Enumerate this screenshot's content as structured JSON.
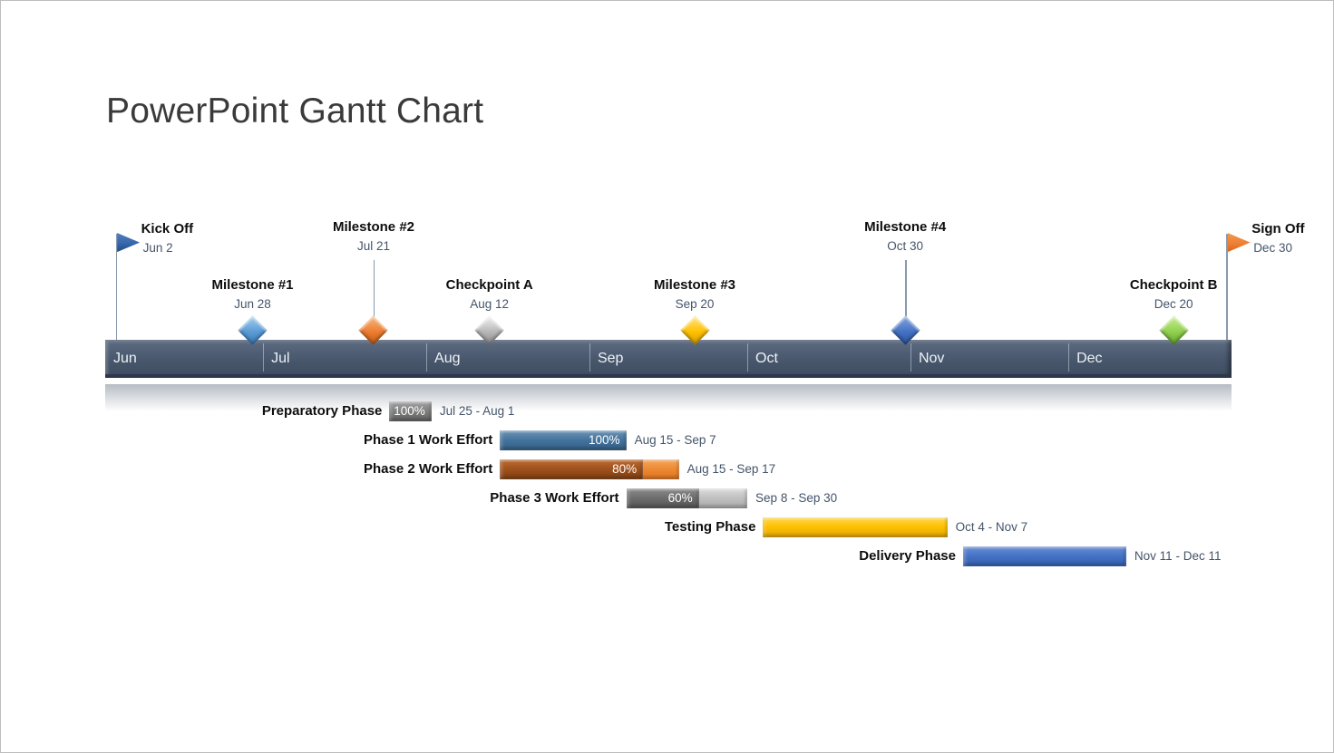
{
  "slide": {
    "title": "PowerPoint Gantt Chart"
  },
  "chart_data": {
    "type": "gantt",
    "title": "PowerPoint Gantt Chart",
    "timeline": {
      "months": [
        "Jun",
        "Jul",
        "Aug",
        "Sep",
        "Oct",
        "Nov",
        "Dec"
      ],
      "start": "Jun 1",
      "end": "Dec 31",
      "band_color": "#46556a",
      "band_text_color": "#eef2f7"
    },
    "milestones": [
      {
        "id": "kick-off",
        "label": "Kick Off",
        "date_label": "Jun 2",
        "month": "Jun",
        "day": 2,
        "shape": "flag",
        "tier": "flag",
        "colors": {
          "light": "#4f7fc2",
          "base": "#3465a8",
          "dark": "#1f4477"
        }
      },
      {
        "id": "milestone-1",
        "label": "Milestone #1",
        "date_label": "Jun 28",
        "month": "Jun",
        "day": 28,
        "shape": "diamond",
        "tier": "low",
        "colors": {
          "light": "#9ccaec",
          "base": "#5b9bd5",
          "dark": "#3a7cb8"
        }
      },
      {
        "id": "milestone-2",
        "label": "Milestone #2",
        "date_label": "Jul 21",
        "month": "Jul",
        "day": 21,
        "shape": "diamond",
        "tier": "high",
        "colors": {
          "light": "#f6b377",
          "base": "#ed7d31",
          "dark": "#c55f14"
        }
      },
      {
        "id": "checkpoint-a",
        "label": "Checkpoint A",
        "date_label": "Aug 12",
        "month": "Aug",
        "day": 12,
        "shape": "diamond",
        "tier": "low",
        "colors": {
          "light": "#ececec",
          "base": "#b7b7b7",
          "dark": "#8f8f8f"
        }
      },
      {
        "id": "milestone-3",
        "label": "Milestone #3",
        "date_label": "Sep 20",
        "month": "Sep",
        "day": 20,
        "shape": "diamond",
        "tier": "low",
        "colors": {
          "light": "#ffe27a",
          "base": "#ffc000",
          "dark": "#d9a300"
        }
      },
      {
        "id": "milestone-4",
        "label": "Milestone #4",
        "date_label": "Oct 30",
        "month": "Oct",
        "day": 30,
        "shape": "diamond",
        "tier": "high",
        "colors": {
          "light": "#7d9fdb",
          "base": "#4472c4",
          "dark": "#2d55a0"
        }
      },
      {
        "id": "checkpoint-b",
        "label": "Checkpoint B",
        "date_label": "Dec 20",
        "month": "Dec",
        "day": 20,
        "shape": "diamond",
        "tier": "low",
        "colors": {
          "light": "#c0ec8d",
          "base": "#92d050",
          "dark": "#68a92e"
        }
      },
      {
        "id": "sign-off",
        "label": "Sign Off",
        "date_label": "Dec 30",
        "month": "Dec",
        "day": 30,
        "shape": "flag",
        "tier": "flag",
        "colors": {
          "light": "#f49a52",
          "base": "#ed7d31",
          "dark": "#cf5f17"
        }
      }
    ],
    "tasks": [
      {
        "id": "preparatory-phase",
        "label": "Preparatory Phase",
        "start": {
          "month": "Jul",
          "day": 25
        },
        "end": {
          "month": "Aug",
          "day": 1
        },
        "date_label": "Jul 25 - Aug 1",
        "percent": 100,
        "percent_label": "100%",
        "fill": {
          "light": "#a3a3a3",
          "base": "#7f7f7f",
          "dark": "#5f5f5f"
        },
        "rest": null
      },
      {
        "id": "phase-1-work-effort",
        "label": "Phase 1 Work Effort",
        "start": {
          "month": "Aug",
          "day": 15
        },
        "end": {
          "month": "Sep",
          "day": 7
        },
        "date_label": "Aug 15 - Sep 7",
        "percent": 100,
        "percent_label": "100%",
        "fill": {
          "light": "#6d93b4",
          "base": "#44749e",
          "dark": "#335d83"
        },
        "rest": null
      },
      {
        "id": "phase-2-work-effort",
        "label": "Phase 2 Work Effort",
        "start": {
          "month": "Aug",
          "day": 15
        },
        "end": {
          "month": "Sep",
          "day": 17
        },
        "date_label": "Aug 15 - Sep 17",
        "percent": 80,
        "percent_label": "80%",
        "fill": {
          "light": "#bc6a31",
          "base": "#a0521d",
          "dark": "#7e3d10"
        },
        "rest": {
          "light": "#f6a75e",
          "base": "#ed8a33",
          "dark": "#dd7420"
        }
      },
      {
        "id": "phase-3-work-effort",
        "label": "Phase 3 Work Effort",
        "start": {
          "month": "Sep",
          "day": 8
        },
        "end": {
          "month": "Sep",
          "day": 30
        },
        "date_label": "Sep 8 - Sep 30",
        "percent": 60,
        "percent_label": "60%",
        "fill": {
          "light": "#8c8c8c",
          "base": "#6d6d6d",
          "dark": "#525252"
        },
        "rest": {
          "light": "#dcdcdc",
          "base": "#c0c0c0",
          "dark": "#a8a8a8"
        }
      },
      {
        "id": "testing-phase",
        "label": "Testing Phase",
        "start": {
          "month": "Oct",
          "day": 4
        },
        "end": {
          "month": "Nov",
          "day": 7
        },
        "date_label": "Oct 4 - Nov 7",
        "percent": 100,
        "percent_label": null,
        "fill": {
          "light": "#ffd84d",
          "base": "#fec000",
          "dark": "#e2a600"
        },
        "rest": null
      },
      {
        "id": "delivery-phase",
        "label": "Delivery Phase",
        "start": {
          "month": "Nov",
          "day": 11
        },
        "end": {
          "month": "Dec",
          "day": 11
        },
        "date_label": "Nov 11 - Dec 11",
        "percent": 100,
        "percent_label": null,
        "fill": {
          "light": "#6b8fd4",
          "base": "#4472c4",
          "dark": "#335ead"
        },
        "rest": null
      }
    ]
  }
}
